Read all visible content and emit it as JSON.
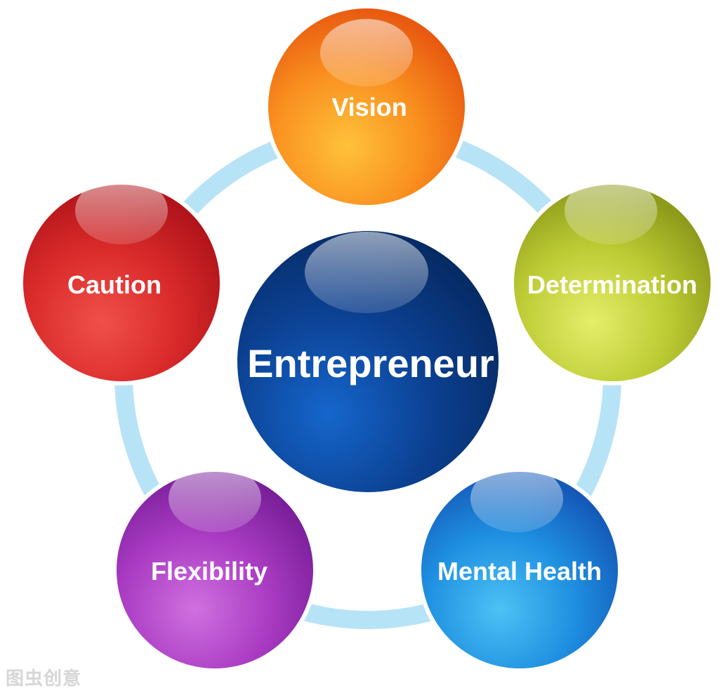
{
  "center": {
    "label": "Entrepreneur",
    "color": "#0c3d8c"
  },
  "nodes": [
    {
      "id": "vision",
      "label": "Vision",
      "color": "#f7871d"
    },
    {
      "id": "determination",
      "label": "Determination",
      "color": "#b4c12c"
    },
    {
      "id": "mental-health",
      "label": "Mental Health",
      "color": "#1f8fe0"
    },
    {
      "id": "flexibility",
      "label": "Flexibility",
      "color": "#a336bd"
    },
    {
      "id": "caution",
      "label": "Caution",
      "color": "#d8262a"
    }
  ],
  "ring_color": "#b7e3f7",
  "watermark": "图虫创意"
}
